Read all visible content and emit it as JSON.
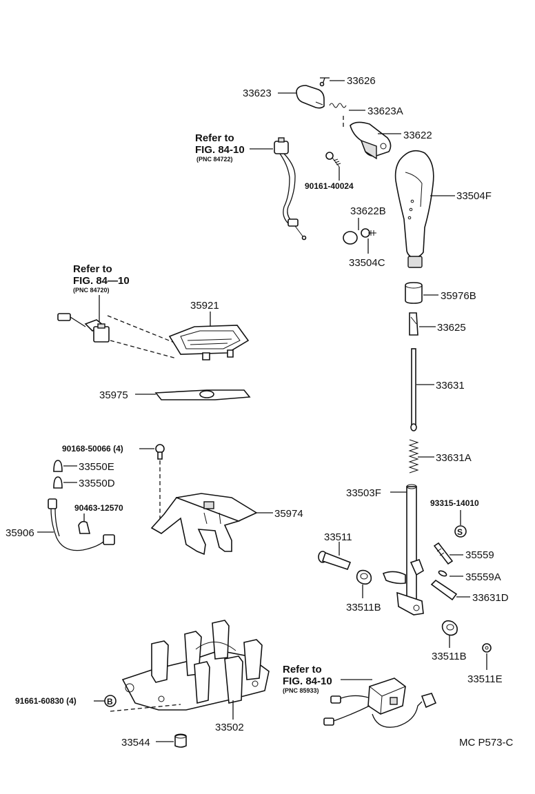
{
  "refs": {
    "top": {
      "line1": "Refer to",
      "line2": "FIG. 84-10",
      "line3": "(PNC 84722)"
    },
    "left": {
      "line1": "Refer to",
      "line2": "FIG. 84—10",
      "line3": "(PNC 84720)"
    },
    "bottom": {
      "line1": "Refer to",
      "line2": "FIG. 84-10",
      "line3": "(PNC 85933)"
    }
  },
  "parts": {
    "p33626": "33626",
    "p33623": "33623",
    "p33623A": "33623A",
    "p33622": "33622",
    "p90161": "90161-40024",
    "p33504F": "33504F",
    "p33622B": "33622B",
    "p33504C": "33504C",
    "p35976B": "35976B",
    "p33625": "33625",
    "p35921": "35921",
    "p35975": "35975",
    "p33631": "33631",
    "p90168": "90168-50066 (4)",
    "p33550E": "33550E",
    "p33550D": "33550D",
    "p33631A": "33631A",
    "p33503F": "33503F",
    "p93315": "93315-14010",
    "p90463": "90463-12570",
    "p35974": "35974",
    "p35906": "35906",
    "p33511": "33511",
    "p35559": "35559",
    "p35559A": "35559A",
    "p33631D": "33631D",
    "p33511B_l": "33511B",
    "p33511B_r": "33511B",
    "p33511E": "33511E",
    "p91661": "91661-60830 (4)",
    "p33502": "33502",
    "p33544": "33544"
  },
  "markers": {
    "s": "S",
    "b": "B"
  },
  "figure_code": "MC P573-C"
}
